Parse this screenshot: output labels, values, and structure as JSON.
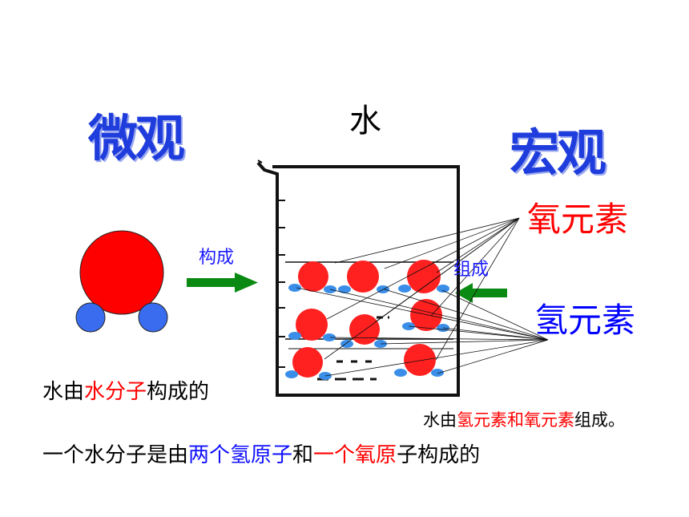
{
  "titles": {
    "micro": "微观",
    "macro": "宏观",
    "water": "水"
  },
  "elements": {
    "oxygen": "氧元素",
    "hydrogen": "氢元素"
  },
  "arrows": {
    "left_label": "构成",
    "right_label": "组成",
    "color": "#0a8a12"
  },
  "colors": {
    "title_blue": "#1f3ddc",
    "oxygen_red": "#ff0000",
    "hydrogen_blue": "#3a6cf0"
  },
  "statements": {
    "line1": {
      "a": "水由",
      "b": "水分子",
      "c": "构成的"
    },
    "line2": {
      "a": "水由",
      "b": "氢元素和氧元素",
      "c": "组成。"
    },
    "line3": {
      "a": "一个水分子是由",
      "b": "两个氢原子",
      "c": "和",
      "d": "一个氧原",
      "e": "子构成的"
    }
  }
}
